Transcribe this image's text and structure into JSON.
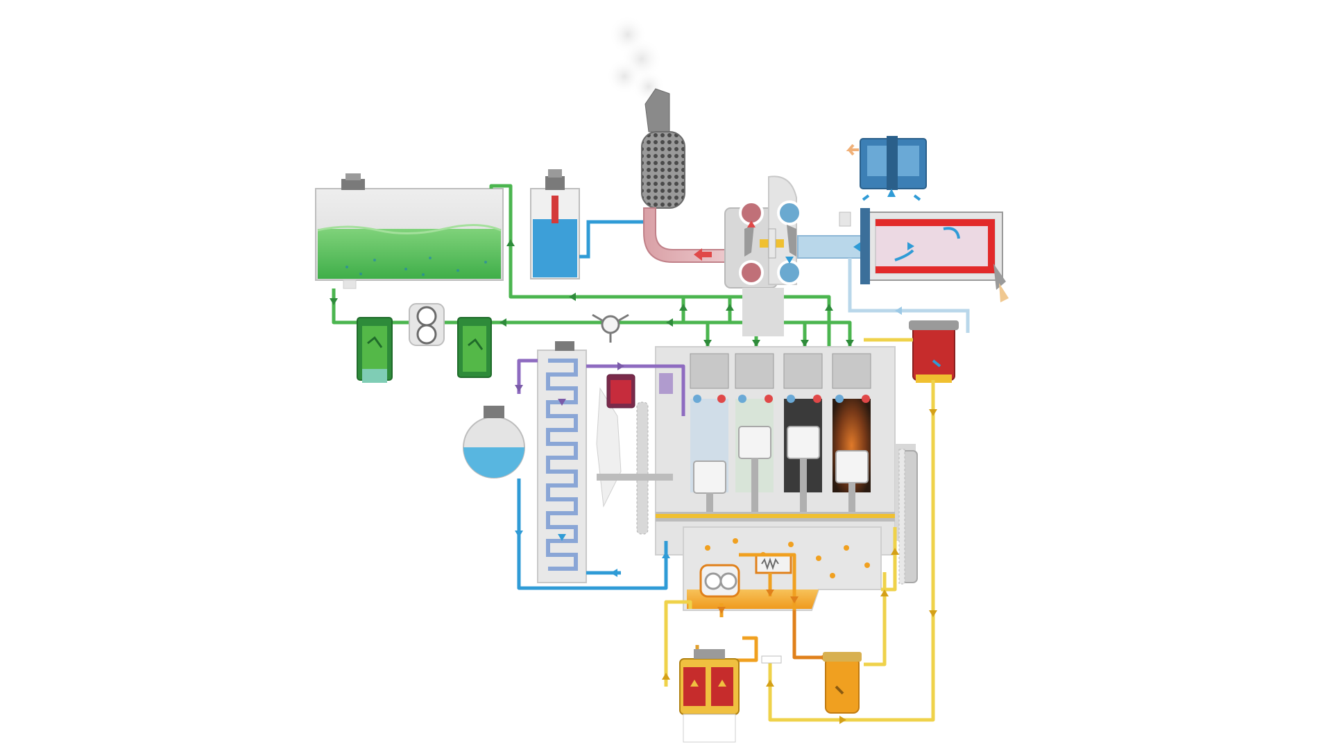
{
  "diagram": {
    "type": "engine-systems-schematic",
    "labels": [],
    "systems": [
      {
        "key": "fuel",
        "color": "#3fae49"
      },
      {
        "key": "cooling",
        "color": "#2f9bd6"
      },
      {
        "key": "air-intake",
        "color": "#9cc9e6"
      },
      {
        "key": "exhaust",
        "color": "#d44a4a"
      },
      {
        "key": "lubrication",
        "color": "#f0a020"
      },
      {
        "key": "oil-return",
        "color": "#efd24a"
      },
      {
        "key": "coolant-hot",
        "color": "#8e6bc0"
      }
    ]
  }
}
